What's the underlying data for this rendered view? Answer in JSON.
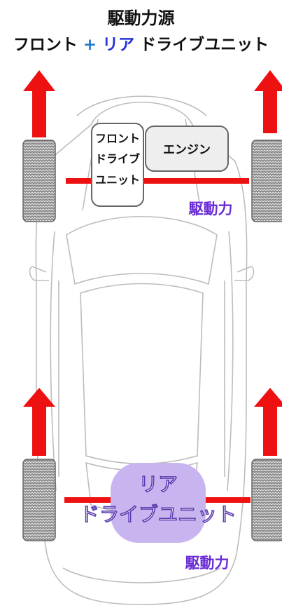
{
  "title": {
    "line1": "駆動力源",
    "line2_part1": "フロント",
    "line2_plus": "+",
    "line2_rear": "リア",
    "line2_part2": "ドライブユニット"
  },
  "front_unit": {
    "line1": "フロント",
    "line2": "ドライブ",
    "line3": "ユニット"
  },
  "engine_label": "エンジン",
  "rear_unit": {
    "line1": "リア",
    "line2": "ドライブユニット"
  },
  "drive_force_front": "駆動力",
  "drive_force_rear": "駆動力",
  "colors": {
    "arrow": "#ee1111",
    "drive_force_text": "#6a2bd6",
    "rear_unit_fill": "#c8b4ee",
    "tire": "#888888"
  }
}
